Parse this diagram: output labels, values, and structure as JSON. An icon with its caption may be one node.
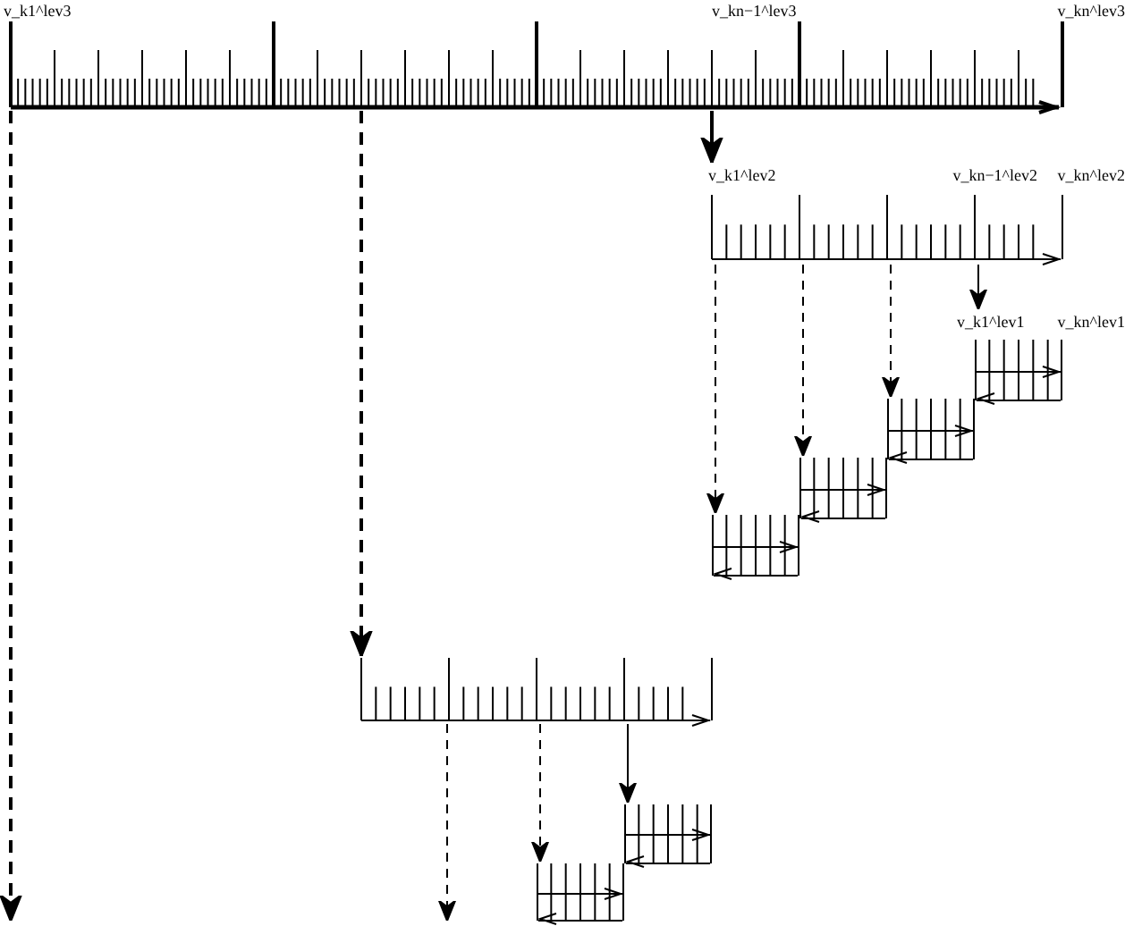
{
  "diagram": {
    "nodes": [
      {
        "text": [
          "v_k1^lev3",
          "v_kn−1^lev3",
          "v_kn^lev3"
        ]
      },
      {
        "text": [
          "v_k1^lev2",
          "v_kn−1^lev2",
          "v_kn^lev2"
        ]
      },
      {
        "text": [
          "v_k1^lev1",
          "v_kn^lev1"
        ]
      },
      {
        "text": [],
        "shape": "box"
      },
      {
        "text": [],
        "shape": "box"
      },
      {
        "text": [],
        "shape": "box"
      },
      {
        "text": [],
        "shape": "bar"
      },
      {
        "text": [],
        "shape": "box"
      },
      {
        "text": [],
        "shape": "box"
      }
    ],
    "edges": [
      {
        "from": 0,
        "to": null,
        "arrow": "to",
        "style": "dashed"
      },
      {
        "from": 0,
        "to": 6,
        "arrow": "to",
        "style": "dashed"
      },
      {
        "from": 0,
        "to": 1,
        "arrow": "to"
      },
      {
        "from": 1,
        "to": 5,
        "arrow": "to",
        "style": "dashed"
      },
      {
        "from": 1,
        "to": 4,
        "arrow": "to",
        "style": "dashed"
      },
      {
        "from": 1,
        "to": 3,
        "arrow": "to",
        "style": "dashed"
      },
      {
        "from": 1,
        "to": 2,
        "arrow": "to"
      },
      {
        "from": 6,
        "to": null,
        "arrow": "to",
        "style": "dashed"
      },
      {
        "from": 6,
        "to": 8,
        "arrow": "to",
        "style": "dashed"
      },
      {
        "from": 6,
        "to": 7,
        "arrow": "to"
      }
    ]
  }
}
